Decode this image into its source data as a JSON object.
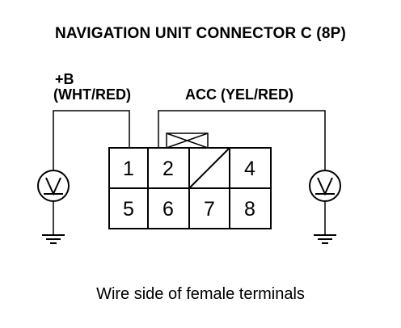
{
  "title": "NAVIGATION UNIT CONNECTOR C (8P)",
  "labels": {
    "plus_b": "+B",
    "plus_b_wire": "(WHT/RED)",
    "acc": "ACC (YEL/RED)"
  },
  "connector": {
    "top_row": [
      "1",
      "2",
      "",
      "4"
    ],
    "bottom_row": [
      "5",
      "6",
      "7",
      "8"
    ]
  },
  "icons": {
    "left_meter": "voltmeter-icon",
    "right_meter": "voltmeter-icon",
    "left_ground": "ground-icon",
    "right_ground": "ground-icon"
  },
  "caption": "Wire side of female terminals"
}
